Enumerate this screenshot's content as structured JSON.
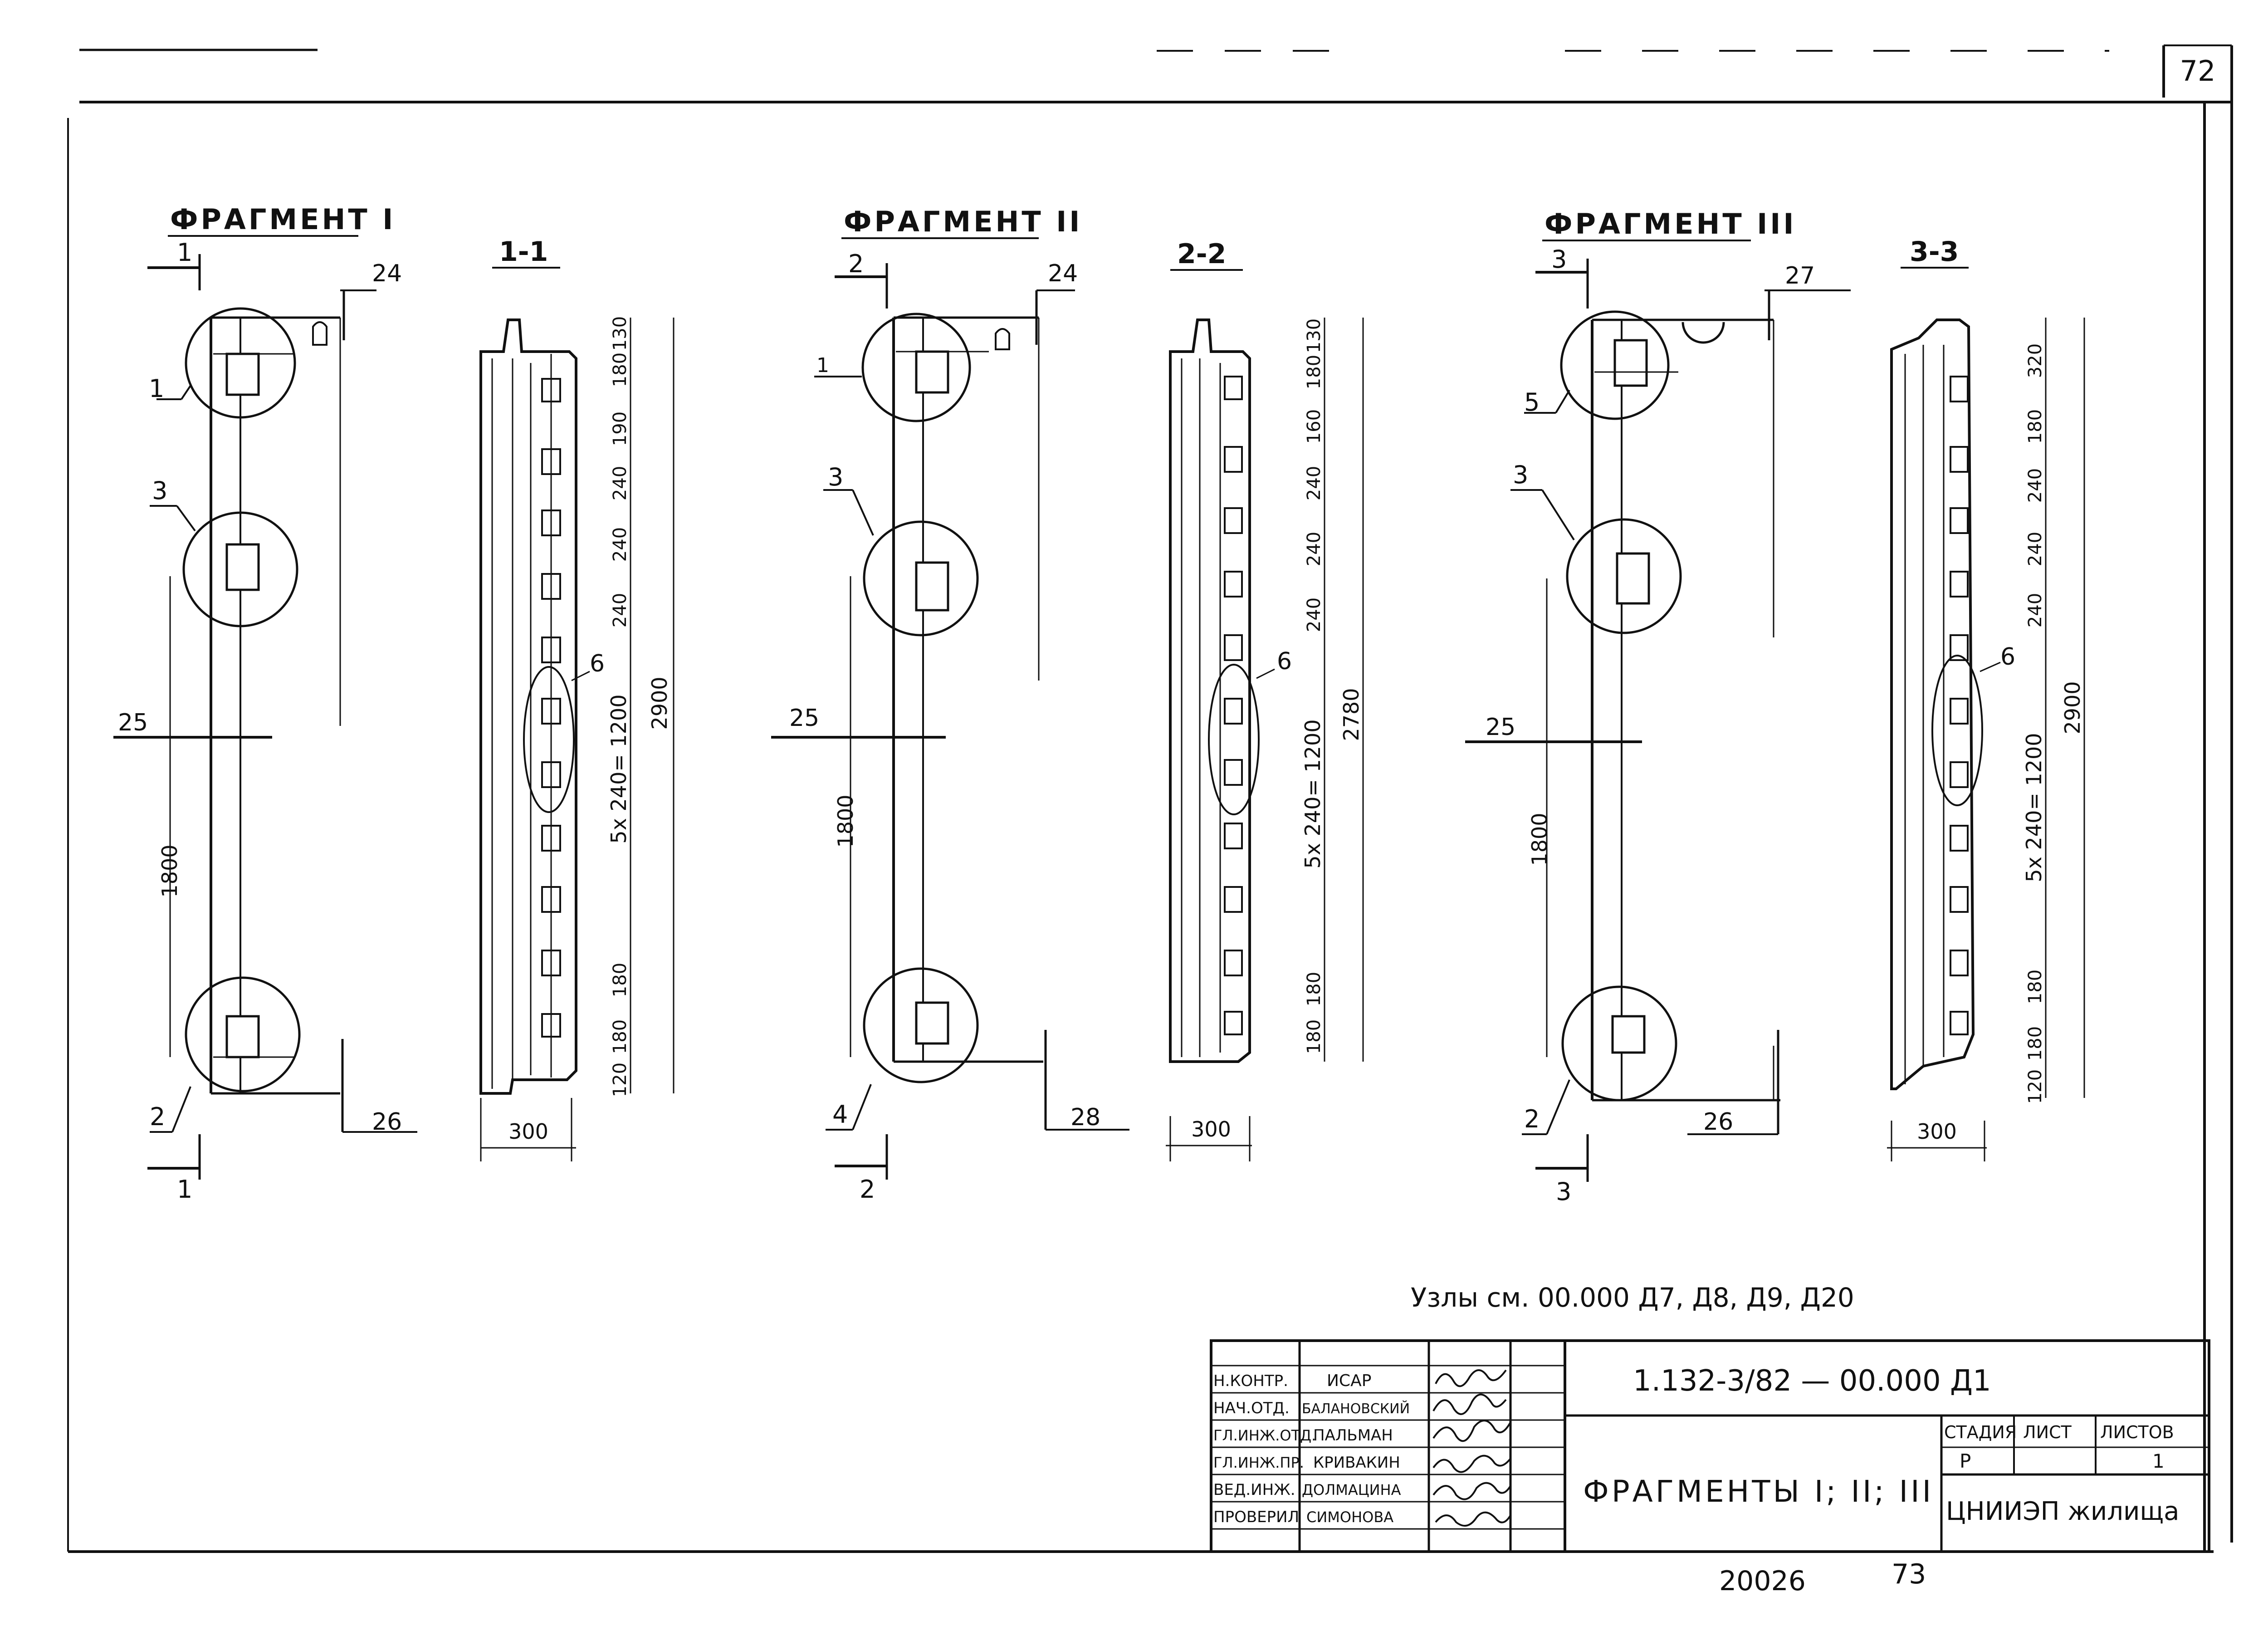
{
  "sheet": {
    "page_number_top": "72",
    "bottom_archive_number": "20026",
    "bottom_page_number": "73",
    "note": "Узлы см. 00.000 Д7, Д8, Д9, Д20"
  },
  "fragments": [
    {
      "title": "ФРАГМЕНТ I",
      "section_label": "1-1",
      "cut_mark_top": "1",
      "cut_mark_bottom": "1",
      "callout_top": "1",
      "callout_mid": "3",
      "callout_bottom": "2",
      "callout_slots": "6",
      "dim_top_right": "24",
      "dim_bottom_right": "26",
      "dim_left_mid": "25",
      "dim_left_height": "1800",
      "dim_section_width": "300",
      "dim_total": "2900",
      "dim_slot_pattern": "5x 240= 1200",
      "dims_top": [
        "130",
        "180",
        "190",
        "240",
        "240",
        "240"
      ],
      "dims_bottom": [
        "180",
        "180",
        "120"
      ]
    },
    {
      "title": "ФРАГМЕНТ II",
      "section_label": "2-2",
      "cut_mark_top": "2",
      "cut_mark_bottom": "2",
      "callout_top": "1",
      "callout_mid": "3",
      "callout_bottom": "4",
      "callout_slots": "6",
      "dim_top_right": "24",
      "dim_bottom_right": "28",
      "dim_left_mid": "25",
      "dim_left_height": "1800",
      "dim_section_width": "300",
      "dim_total": "2780",
      "dim_slot_pattern": "5x 240= 1200",
      "dims_top": [
        "130",
        "180",
        "160",
        "240",
        "240",
        "240"
      ],
      "dims_bottom": [
        "180",
        "180"
      ]
    },
    {
      "title": "ФРАГМЕНТ III",
      "section_label": "3-3",
      "cut_mark_top": "3",
      "cut_mark_bottom": "3",
      "callout_top": "5",
      "callout_mid": "3",
      "callout_bottom": "2",
      "callout_slots": "6",
      "dim_top_right": "27",
      "dim_bottom_right": "26",
      "dim_left_mid": "25",
      "dim_left_height": "1800",
      "dim_section_width": "300",
      "dim_total": "2900",
      "dim_slot_pattern": "5x 240= 1200",
      "dims_top": [
        "320",
        "180",
        "240",
        "240",
        "240"
      ],
      "dims_bottom": [
        "180",
        "180",
        "120"
      ]
    }
  ],
  "title_block": {
    "roles": [
      "Н.КОНТР.",
      "НАЧ.ОТД.",
      "ГЛ.ИНЖ.ОТД.",
      "ГЛ.ИНЖ.ПР.",
      "ВЕД.ИНЖ.",
      "ПРОВЕРИЛ"
    ],
    "names": [
      "ИСАР",
      "БАЛАНОВСКИЙ",
      "ПАЛЬМАН",
      "КРИВАКИН",
      "ДОЛМАЦИНА",
      "СИМОНОВА"
    ],
    "doc_code": "1.132-3/82 — 00.000 Д1",
    "sheet_title": "ФРАГМЕНТЫ I; II; III",
    "stage_header": "СТАДИЯ",
    "sheet_header": "ЛИСТ",
    "sheets_header": "ЛИСТОВ",
    "stage_value": "Р",
    "sheet_value": "",
    "sheets_value": "1",
    "organization": "ЦНИИЭП жилища"
  }
}
